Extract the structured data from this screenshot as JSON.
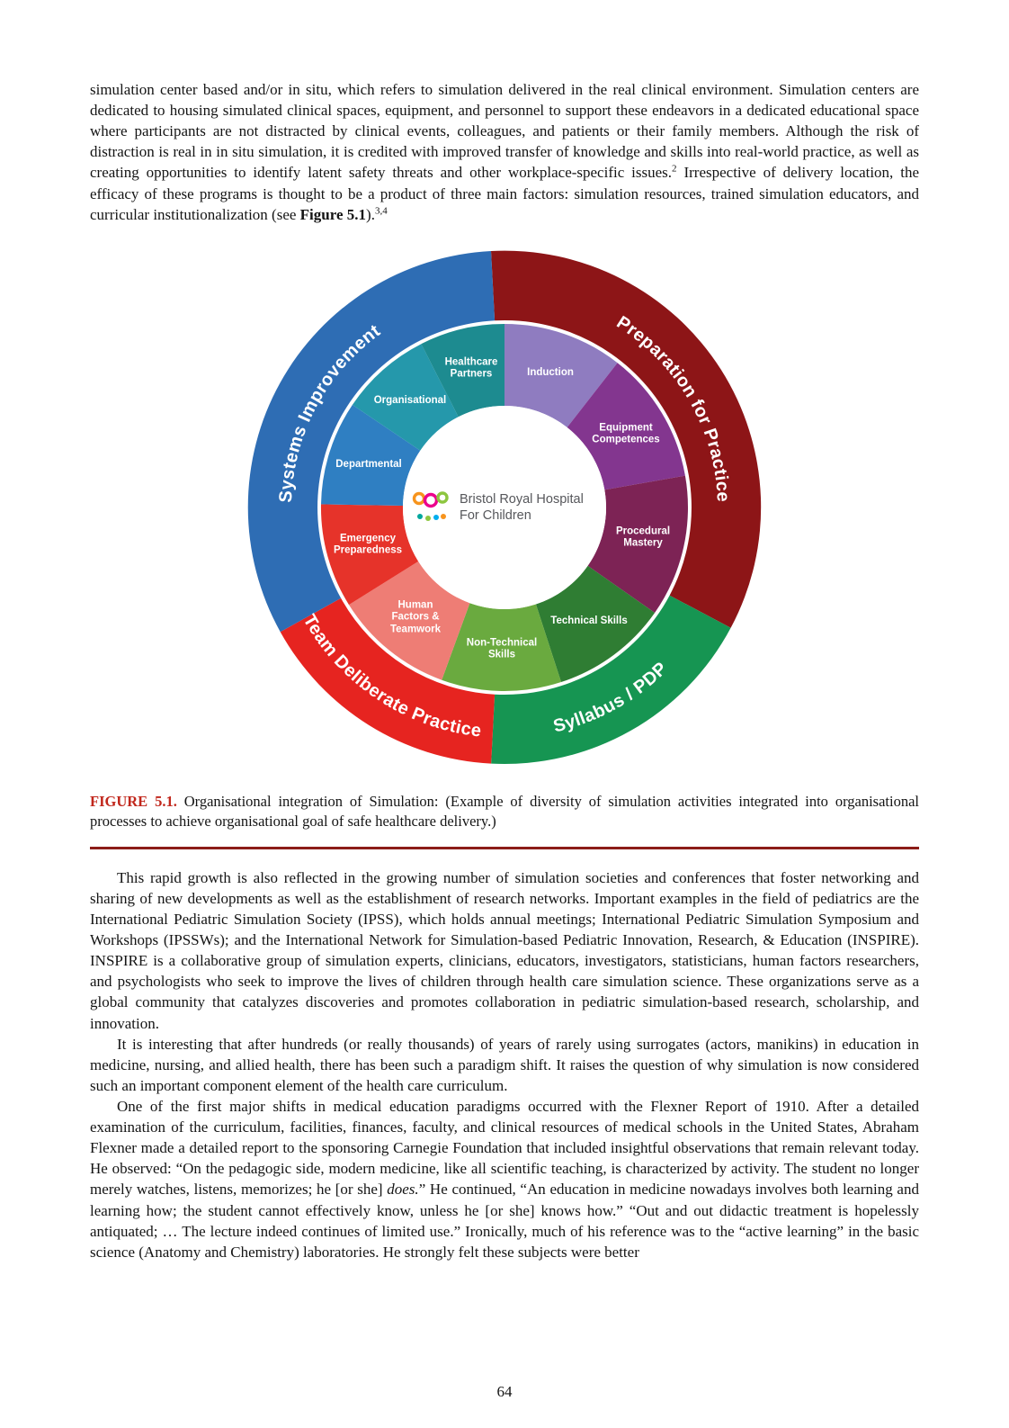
{
  "intro": {
    "part1": "simulation center based and/or in situ, which refers to simulation delivered in the real clinical environment. Simulation centers are dedicated to housing simulated clinical spaces, equipment, and personnel to support these endeavors in a dedicated educational space where participants are not distracted by clinical events, colleagues, and patients or their family members. Although the risk of distraction is real in in situ simulation, it is credited with improved transfer of knowledge and skills into real-world practice, as well as creating opportunities to identify latent safety threats and other workplace-specific issues.",
    "sup1": "2",
    "part2": " Irrespective of delivery location, the efficacy of these programs is thought to be a product of three main factors: simulation resources, trained simulation educators, and curricular institutionalization (see ",
    "figure_ref": "Figure 5.1",
    "part3": ").",
    "sup2": "3,4"
  },
  "figure": {
    "label": "FIGURE 5.1.",
    "caption": " Organisational integration of Simulation: (Example of diversity of simulation activities integrated into organisational processes to achieve organisational goal of safe healthcare delivery.)",
    "center": {
      "line1": "Bristol Royal Hospital",
      "line2": "For Children"
    },
    "outer_ring": [
      {
        "label": "Systems Improvement",
        "color": "#2e6db4"
      },
      {
        "label": "Preparation for Practice",
        "color": "#8d1517"
      },
      {
        "label": "Syllabus / PDP",
        "color": "#169552"
      },
      {
        "label": "Team Deliberate Practice",
        "color": "#e62420"
      }
    ],
    "inner_ring": [
      {
        "label": "Induction",
        "color": "#8f7cc0"
      },
      {
        "label": "Equipment Competences",
        "color": "#83368f"
      },
      {
        "label": "Procedural Mastery",
        "color": "#7d2355"
      },
      {
        "label": "Technical Skills",
        "color": "#2f7d33"
      },
      {
        "label": "Non-Technical Skills",
        "color": "#6aaa3f"
      },
      {
        "label": "Human Factors & Teamwork",
        "color": "#ee7d75"
      },
      {
        "label": "Emergency Preparedness",
        "color": "#e6332a"
      },
      {
        "label": "Departmental",
        "color": "#2f7fc2"
      },
      {
        "label": "Organisational",
        "color": "#2598ab"
      },
      {
        "label": "Healthcare Partners",
        "color": "#1d8b90"
      }
    ]
  },
  "body": {
    "p1": "This rapid growth is also reflected in the growing number of simulation societies and conferences that foster networking and sharing of new developments as well as the establishment of research networks. Important examples in the field of pediatrics are the International Pediatric Simulation Society (IPSS), which holds annual meetings; International Pediatric Simulation Symposium and Workshops (IPSSWs); and the International Network for Simulation-based Pediatric Innovation, Research, & Education (INSPIRE). INSPIRE is a collaborative group of simulation experts, clinicians, educators, investigators, statisticians, human factors researchers, and psychologists who seek to improve the lives of children through health care simulation science. These organizations serve as a global community that catalyzes discoveries and promotes collaboration in pediatric simulation-based research, scholarship, and innovation.",
    "p2": "It is interesting that after hundreds (or really thousands) of years of rarely using surrogates (actors, manikins) in education in medicine, nursing, and allied health, there has been such a paradigm shift. It raises the question of why simulation is now considered such an important component element of the health care curriculum.",
    "p3a": "One of the first major shifts in medical education paradigms occurred with the Flexner Report of 1910. After a detailed examination of the curriculum, facilities, finances, faculty, and clinical resources of medical schools in the United States, Abraham Flexner made a detailed report to the sponsoring Carnegie Foundation that included insightful observations that remain relevant today. He observed: “On the pedagogic side, modern medicine, like all scientific teaching, is characterized by activity. The student no longer merely watches, listens, memorizes; he [or she] ",
    "p3_italic": "does.",
    "p3b": "” He continued, “An education in medicine nowadays involves both learning and learning how; the student cannot effectively know, unless he [or she] knows how.” “Out and out didactic treatment is hopelessly antiquated; … The lecture indeed continues of limited use.” Ironically, much of his reference was to the “active learning” in the basic science (Anatomy and Chemistry) laboratories. He strongly felt these subjects were better"
  },
  "page_number": "64"
}
